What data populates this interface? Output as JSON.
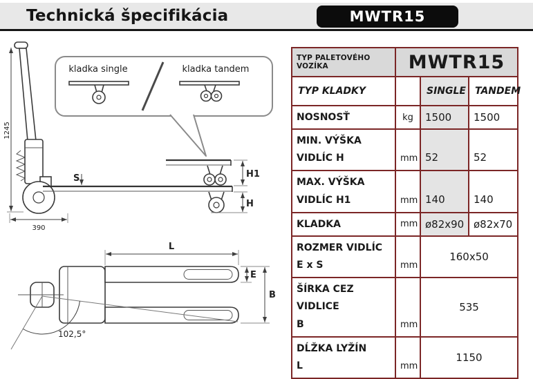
{
  "header": {
    "title": "Technická špecifikácia",
    "badge": "MWTR15"
  },
  "callout": {
    "single": "kladka single",
    "tandem": "kladka tandem"
  },
  "dims": {
    "height": "1245",
    "width": "390",
    "angle": "102,5°",
    "s": "S",
    "h1": "H1",
    "h": "H",
    "l": "L",
    "e": "E",
    "b": "B"
  },
  "table": {
    "type_label": "TYP PALETOVÉHO VOZÍKA",
    "model": "MWTR15",
    "col_type": "TYP KLADKY",
    "col_single": "SINGLE",
    "col_tandem": "TANDEM",
    "rows": [
      {
        "line1": "NOSNOSŤ",
        "line2": "",
        "unit": "kg",
        "single": "1500",
        "tandem": "1500"
      },
      {
        "line1": "MIN. VÝŠKA",
        "line2": "VIDLÍC H",
        "unit": "mm",
        "single": "52",
        "tandem": "52"
      },
      {
        "line1": "MAX. VÝŠKA",
        "line2": "VIDLÍC H1",
        "unit": "mm",
        "single": "140",
        "tandem": "140"
      },
      {
        "line1": "KLADKA",
        "line2": "",
        "unit": "mm",
        "single": "ø82x90",
        "tandem": "ø82x70"
      },
      {
        "line1": "ROZMER VIDLÍC",
        "line2": "E x S",
        "unit": "mm",
        "span": "160x50"
      },
      {
        "line1": "ŠÍRKA CEZ VIDLICE",
        "line2": "B",
        "unit": "mm",
        "span": "535"
      },
      {
        "line1": "DĹŽKA LYŽÍN",
        "line2": "L",
        "unit": "mm",
        "span": "1150"
      }
    ]
  },
  "colors": {
    "table_border": "#7b2626",
    "badge_bg": "#0c0c0c",
    "header_bg": "#e8e8e8",
    "shade": "#e4e4e4",
    "table_header_bg": "#d9d9d9"
  }
}
